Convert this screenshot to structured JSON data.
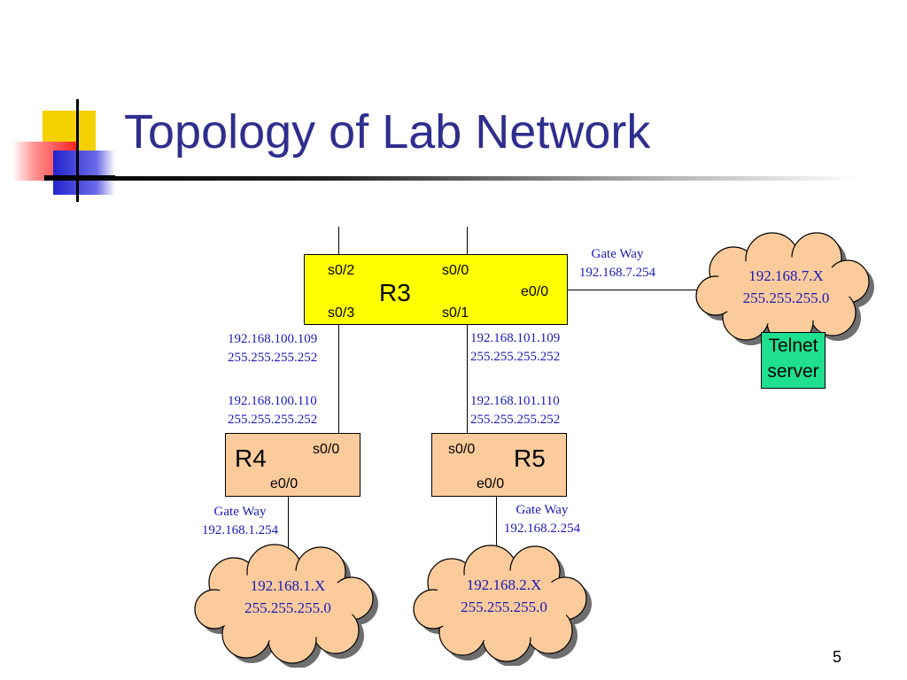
{
  "slide": {
    "title": "Topology of Lab Network",
    "page_number": "5"
  },
  "routers": {
    "r3": {
      "name": "R3",
      "s0_2": "s0/2",
      "s0_0": "s0/0",
      "s0_3": "s0/3",
      "s0_1": "s0/1",
      "e0_0": "e0/0"
    },
    "r4": {
      "name": "R4",
      "s0_0": "s0/0",
      "e0_0": "e0/0"
    },
    "r5": {
      "name": "R5",
      "s0_0": "s0/0",
      "e0_0": "e0/0"
    }
  },
  "links": {
    "r3_r4": {
      "r3_ip": "192.168.100.109",
      "r3_mask": "255.255.255.252",
      "r4_ip": "192.168.100.110",
      "r4_mask": "255.255.255.252"
    },
    "r3_r5": {
      "r3_ip": "192.168.101.109",
      "r3_mask": "255.255.255.252",
      "r5_ip": "192.168.101.110",
      "r5_mask": "255.255.255.252"
    }
  },
  "gateways": {
    "r3": {
      "label": "Gate Way",
      "ip": "192.168.7.254"
    },
    "r4": {
      "label": "Gate Way",
      "ip": "192.168.1.254"
    },
    "r5": {
      "label": "Gate Way",
      "ip": "192.168.2.254"
    }
  },
  "networks": {
    "net7": {
      "network": "192.168.7.X",
      "mask": "255.255.255.0"
    },
    "net1": {
      "network": "192.168.1.X",
      "mask": "255.255.255.0"
    },
    "net2": {
      "network": "192.168.2.X",
      "mask": "255.255.255.0"
    }
  },
  "telnet_server": {
    "line1": "Telnet",
    "line2": "server"
  },
  "colors": {
    "title": "#2e2e8e",
    "router_r3": "#ffff00",
    "router_edge": "#fbcb9c",
    "cloud_fill": "#fbcb9c",
    "address_text": "#1a1ab8",
    "telnet_fill": "#1ee08e"
  }
}
